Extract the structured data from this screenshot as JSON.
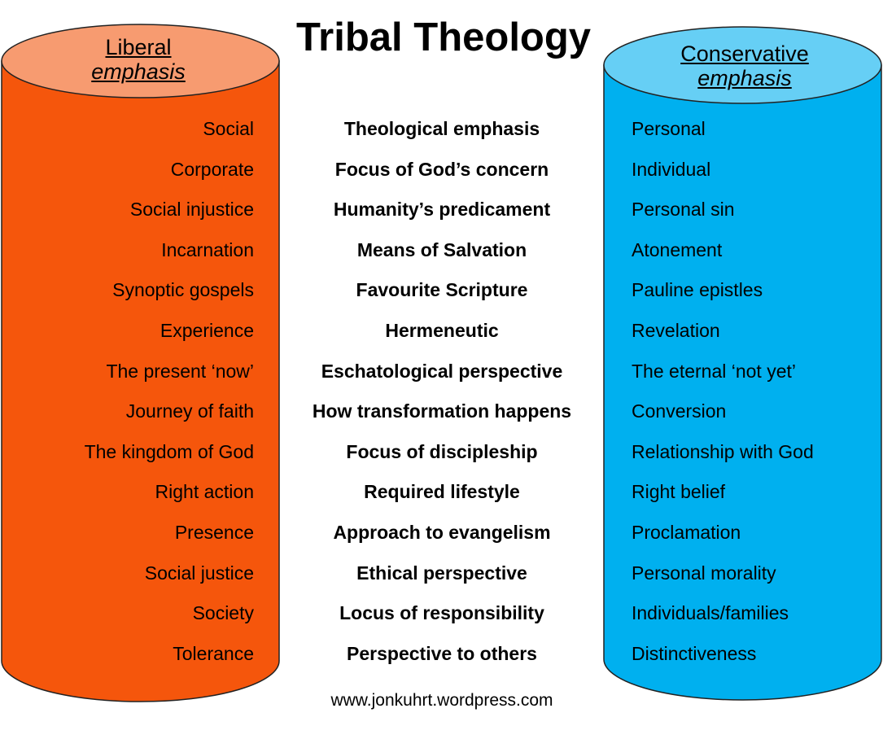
{
  "title": "Tribal Theology",
  "left": {
    "heading": "Liberal",
    "subheading": "emphasis",
    "color": "#f5560c",
    "top_color": "#f79b70",
    "items": [
      "Social",
      "Corporate",
      "Social injustice",
      "Incarnation",
      "Synoptic gospels",
      "Experience",
      "The present ‘now’",
      "Journey of faith",
      "The kingdom of God",
      "Right action",
      "Presence",
      "Social justice",
      "Society",
      "Tolerance"
    ]
  },
  "middle": {
    "items": [
      "Theological emphasis",
      "Focus of God’s concern",
      "Humanity’s predicament",
      "Means of Salvation",
      "Favourite Scripture",
      "Hermeneutic",
      "Eschatological perspective",
      "How transformation happens",
      "Focus of discipleship",
      "Required lifestyle",
      "Approach to evangelism",
      "Ethical perspective",
      "Locus of responsibility",
      "Perspective to others"
    ]
  },
  "right": {
    "heading": "Conservative",
    "subheading": "emphasis",
    "color": "#00b0ef",
    "top_color": "#66cff5",
    "items": [
      "Personal",
      "Individual",
      "Personal sin",
      "Atonement",
      "Pauline epistles",
      "Revelation",
      "The eternal ‘not yet’",
      "Conversion",
      "Relationship with God",
      "Right belief",
      "Proclamation",
      "Personal morality",
      "Individuals/families",
      "Distinctiveness"
    ]
  },
  "footer": "www.jonkuhrt.wordpress.com"
}
